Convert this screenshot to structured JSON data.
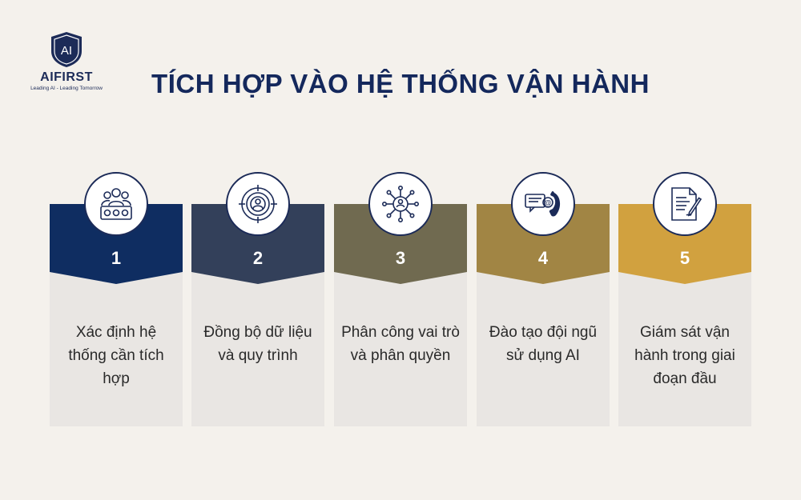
{
  "logo": {
    "mark": "AI",
    "brand": "AIFIRST",
    "tagline": "Leading AI - Leading Tomorrow"
  },
  "title": "TÍCH HỢP VÀO HỆ THỐNG VẬN HÀNH",
  "colors": {
    "background": "#f4f1ec",
    "title": "#14285c",
    "card": "#e9e6e3"
  },
  "steps": [
    {
      "number": "1",
      "text": "Xác định hệ thống cần tích hợp",
      "color": "#0f2d61",
      "icon": "team-icon"
    },
    {
      "number": "2",
      "text": "Đồng bộ dữ liệu và quy trình",
      "color": "#33405a",
      "icon": "target-user-icon"
    },
    {
      "number": "3",
      "text": "Phân công vai trò và phân quyền",
      "color": "#706a50",
      "icon": "network-user-icon"
    },
    {
      "number": "4",
      "text": "Đào tạo đội ngũ sử dụng AI",
      "color": "#a18544",
      "icon": "phone-chat-icon"
    },
    {
      "number": "5",
      "text": "Giám sát vận hành trong giai đoạn đầu",
      "color": "#d1a13f",
      "icon": "document-pen-icon"
    }
  ]
}
